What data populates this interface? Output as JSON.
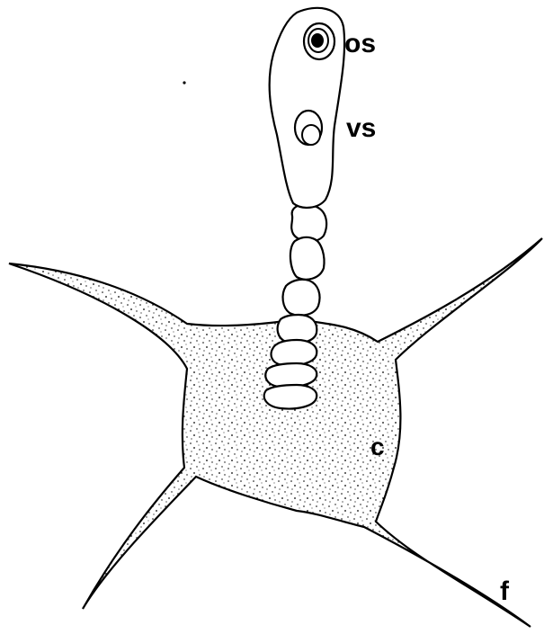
{
  "labels": {
    "os": "os",
    "vs": "vs",
    "c": "c",
    "f": "f"
  },
  "colors": {
    "ink": "#000000",
    "paper": "#ffffff"
  }
}
